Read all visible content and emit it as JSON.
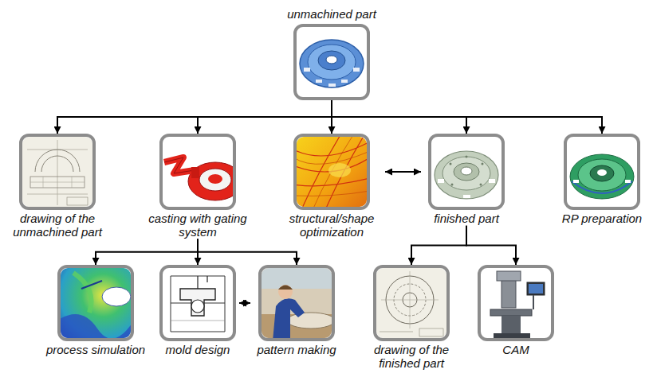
{
  "diagram": {
    "nodes": [
      {
        "text": [
          "unmachined part"
        ]
      },
      {
        "text": [
          "drawing of the unmachined part"
        ]
      },
      {
        "text": [
          "casting with gating system"
        ]
      },
      {
        "text": [
          "structural/shape optimization"
        ]
      },
      {
        "text": [
          "finished part"
        ]
      },
      {
        "text": [
          "RP preparation"
        ]
      },
      {
        "text": [
          "process simulation"
        ]
      },
      {
        "text": [
          "mold design"
        ]
      },
      {
        "text": [
          "pattern making"
        ]
      },
      {
        "text": [
          "drawing of the finished part"
        ]
      },
      {
        "text": [
          "CAM"
        ]
      }
    ],
    "edges": [
      {
        "from": 0,
        "to": 1,
        "arrow": "to"
      },
      {
        "from": 0,
        "to": 2,
        "arrow": "to"
      },
      {
        "from": 0,
        "to": 3,
        "arrow": "to"
      },
      {
        "from": 0,
        "to": 4,
        "arrow": "to"
      },
      {
        "from": 0,
        "to": 5,
        "arrow": "to"
      },
      {
        "from": 3,
        "to": 4,
        "arrow": "both"
      },
      {
        "from": 2,
        "to": 6,
        "arrow": "to"
      },
      {
        "from": 2,
        "to": 7,
        "arrow": "to"
      },
      {
        "from": 2,
        "to": 8,
        "arrow": "to"
      },
      {
        "from": 7,
        "to": 8,
        "arrow": "both"
      },
      {
        "from": 4,
        "to": 9,
        "arrow": "to"
      },
      {
        "from": 4,
        "to": 10,
        "arrow": "to"
      }
    ]
  }
}
